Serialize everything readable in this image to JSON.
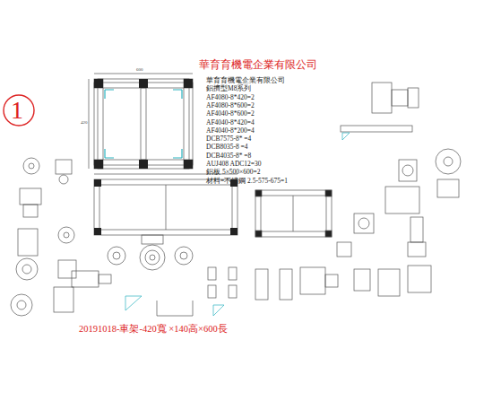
{
  "diagram": {
    "title": "華育育機電企業有限公司",
    "caption": "20191018-車架-420寬 ×140高×600長",
    "labels": [
      "1",
      "華育育機電企業有限公司",
      "鋁擠型M8系列",
      "AF4080-8*420=2",
      "AF4080-8*600=2",
      "AF4040-8*600=2",
      "AF4040-8*420=4",
      "AF4040-8*200=4",
      "DCB7575-8* =4",
      "DCB8035-8 =4",
      "DCB4035-8* =8",
      "AUJ408 ADC12=30",
      "鋁板 5×500×600=2",
      "材料=不鏽鋼 2.5-575-675=1",
      "600",
      "420"
    ]
  }
}
